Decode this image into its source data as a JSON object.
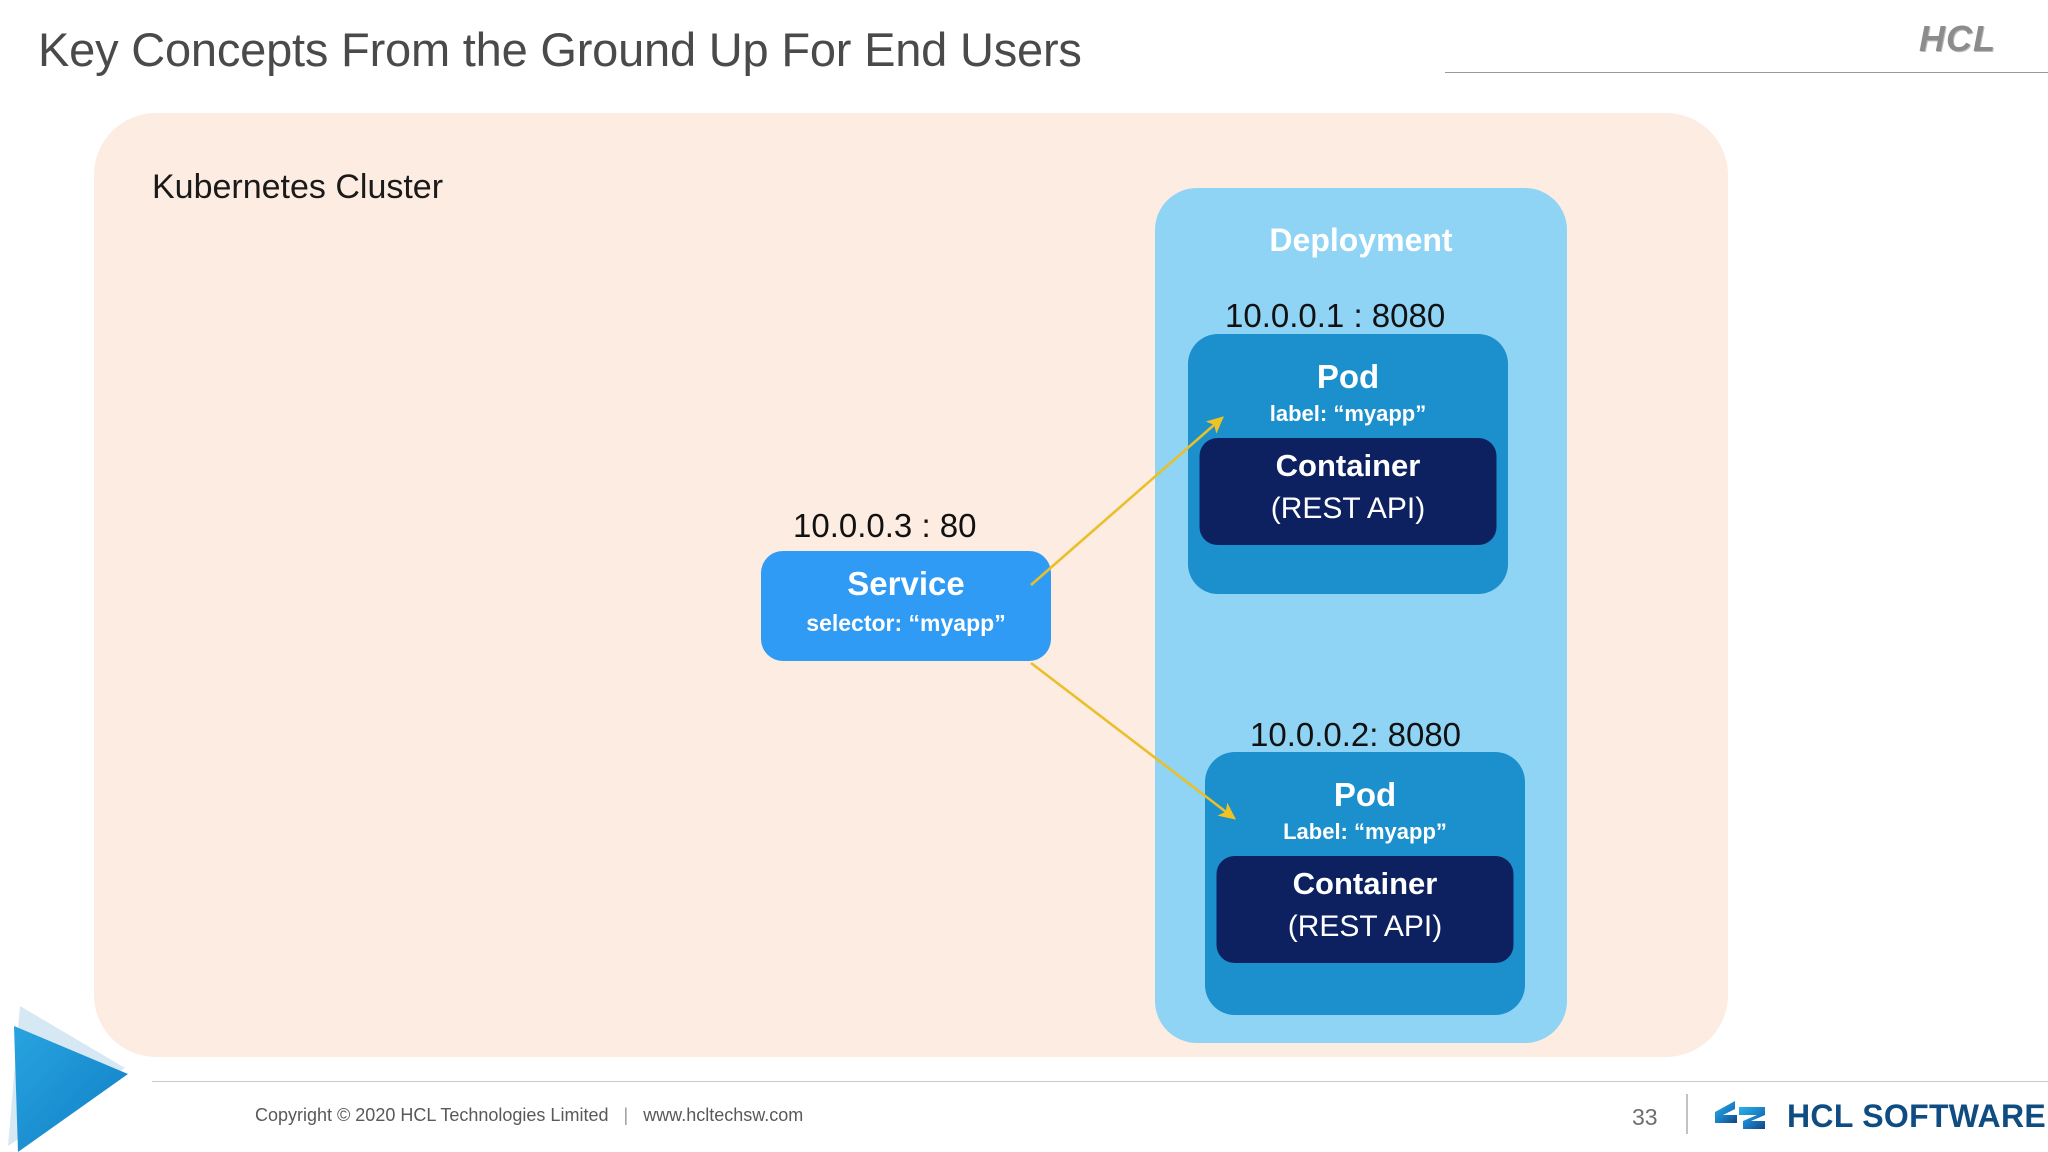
{
  "header": {
    "title": "Key Concepts From the Ground Up For End Users",
    "brand_logo": "HCL"
  },
  "cluster": {
    "label": "Kubernetes Cluster",
    "bg_color": "#fcece2"
  },
  "deployment": {
    "label": "Deployment",
    "bg_color": "#8fd4f5"
  },
  "service": {
    "ip": "10.0.0.3 : 80",
    "title": "Service",
    "subtitle": "selector: “myapp”",
    "bg_color": "#2f9bf5"
  },
  "pods": [
    {
      "ip": "10.0.0.1 : 8080",
      "title": "Pod",
      "subtitle": "label: “myapp”",
      "bg_color": "#1b90cd",
      "container": {
        "title": "Container",
        "subtitle": "(REST API)",
        "bg_color": "#0d2161"
      }
    },
    {
      "ip": "10.0.0.2: 8080",
      "title": "Pod",
      "subtitle": "Label: “myapp”",
      "bg_color": "#1b90cd",
      "container": {
        "title": "Container",
        "subtitle": "(REST API)",
        "bg_color": "#0d2161"
      }
    }
  ],
  "arrows": {
    "color": "#efc324",
    "count": 2
  },
  "footer": {
    "copyright": "Copyright © 2020 HCL Technologies Limited",
    "separator": "|",
    "website": "www.hcltechsw.com",
    "page_number": "33",
    "brand": "HCL SOFTWARE",
    "brand_color": "#0f4c81"
  }
}
